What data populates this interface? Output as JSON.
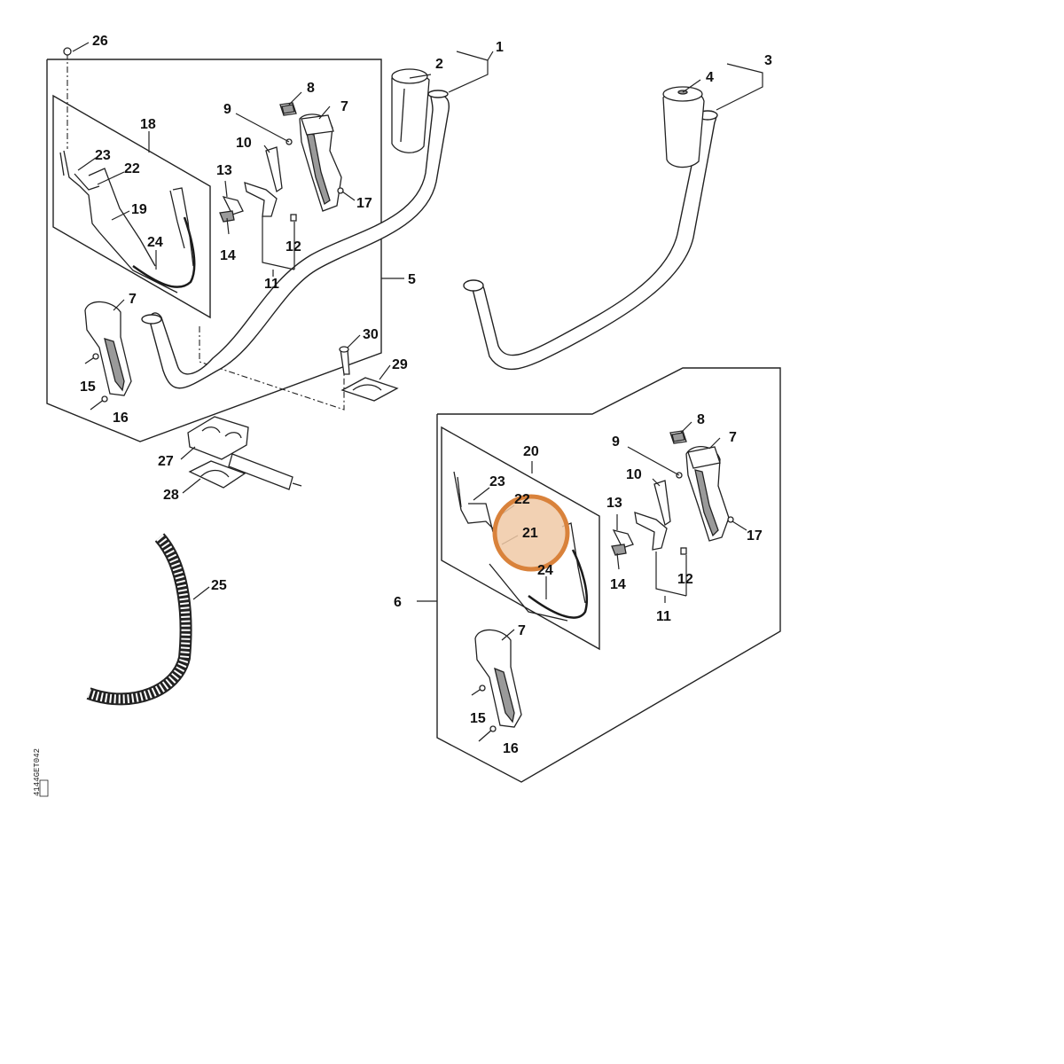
{
  "diagram": {
    "highlight_color": "#d9823b",
    "highlight_fill": "#f0c9a6",
    "highlighted_part": "21",
    "drawing_code": "4144GET042",
    "parts": {
      "p1": "1",
      "p2": "2",
      "p3": "3",
      "p4": "4",
      "p5": "5",
      "p6": "6",
      "p7": "7",
      "p8": "8",
      "p9": "9",
      "p10": "10",
      "p11": "11",
      "p12": "12",
      "p13": "13",
      "p14": "14",
      "p15": "15",
      "p16": "16",
      "p17": "17",
      "p18": "18",
      "p19": "19",
      "p20": "20",
      "p21": "21",
      "p22": "22",
      "p23": "23",
      "p24": "24",
      "p25": "25",
      "p26": "26",
      "p27": "27",
      "p28": "28",
      "p29": "29",
      "p30": "30"
    }
  }
}
